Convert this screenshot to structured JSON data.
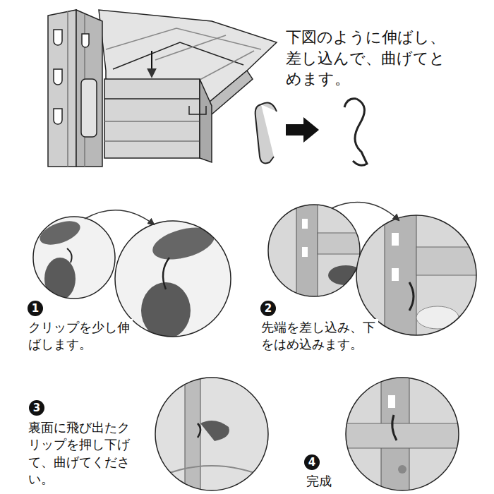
{
  "diagram": {
    "labels": [
      "下図のように伸ばし、差し込んで、曲げてとめます。",
      "1",
      "クリップを少し伸ばします。",
      "2",
      "先端を差し込み、下をはめ込みます。",
      "3",
      "裏面に飛び出たクリップを押し下げて、曲げてください。",
      "4",
      "完成"
    ]
  }
}
